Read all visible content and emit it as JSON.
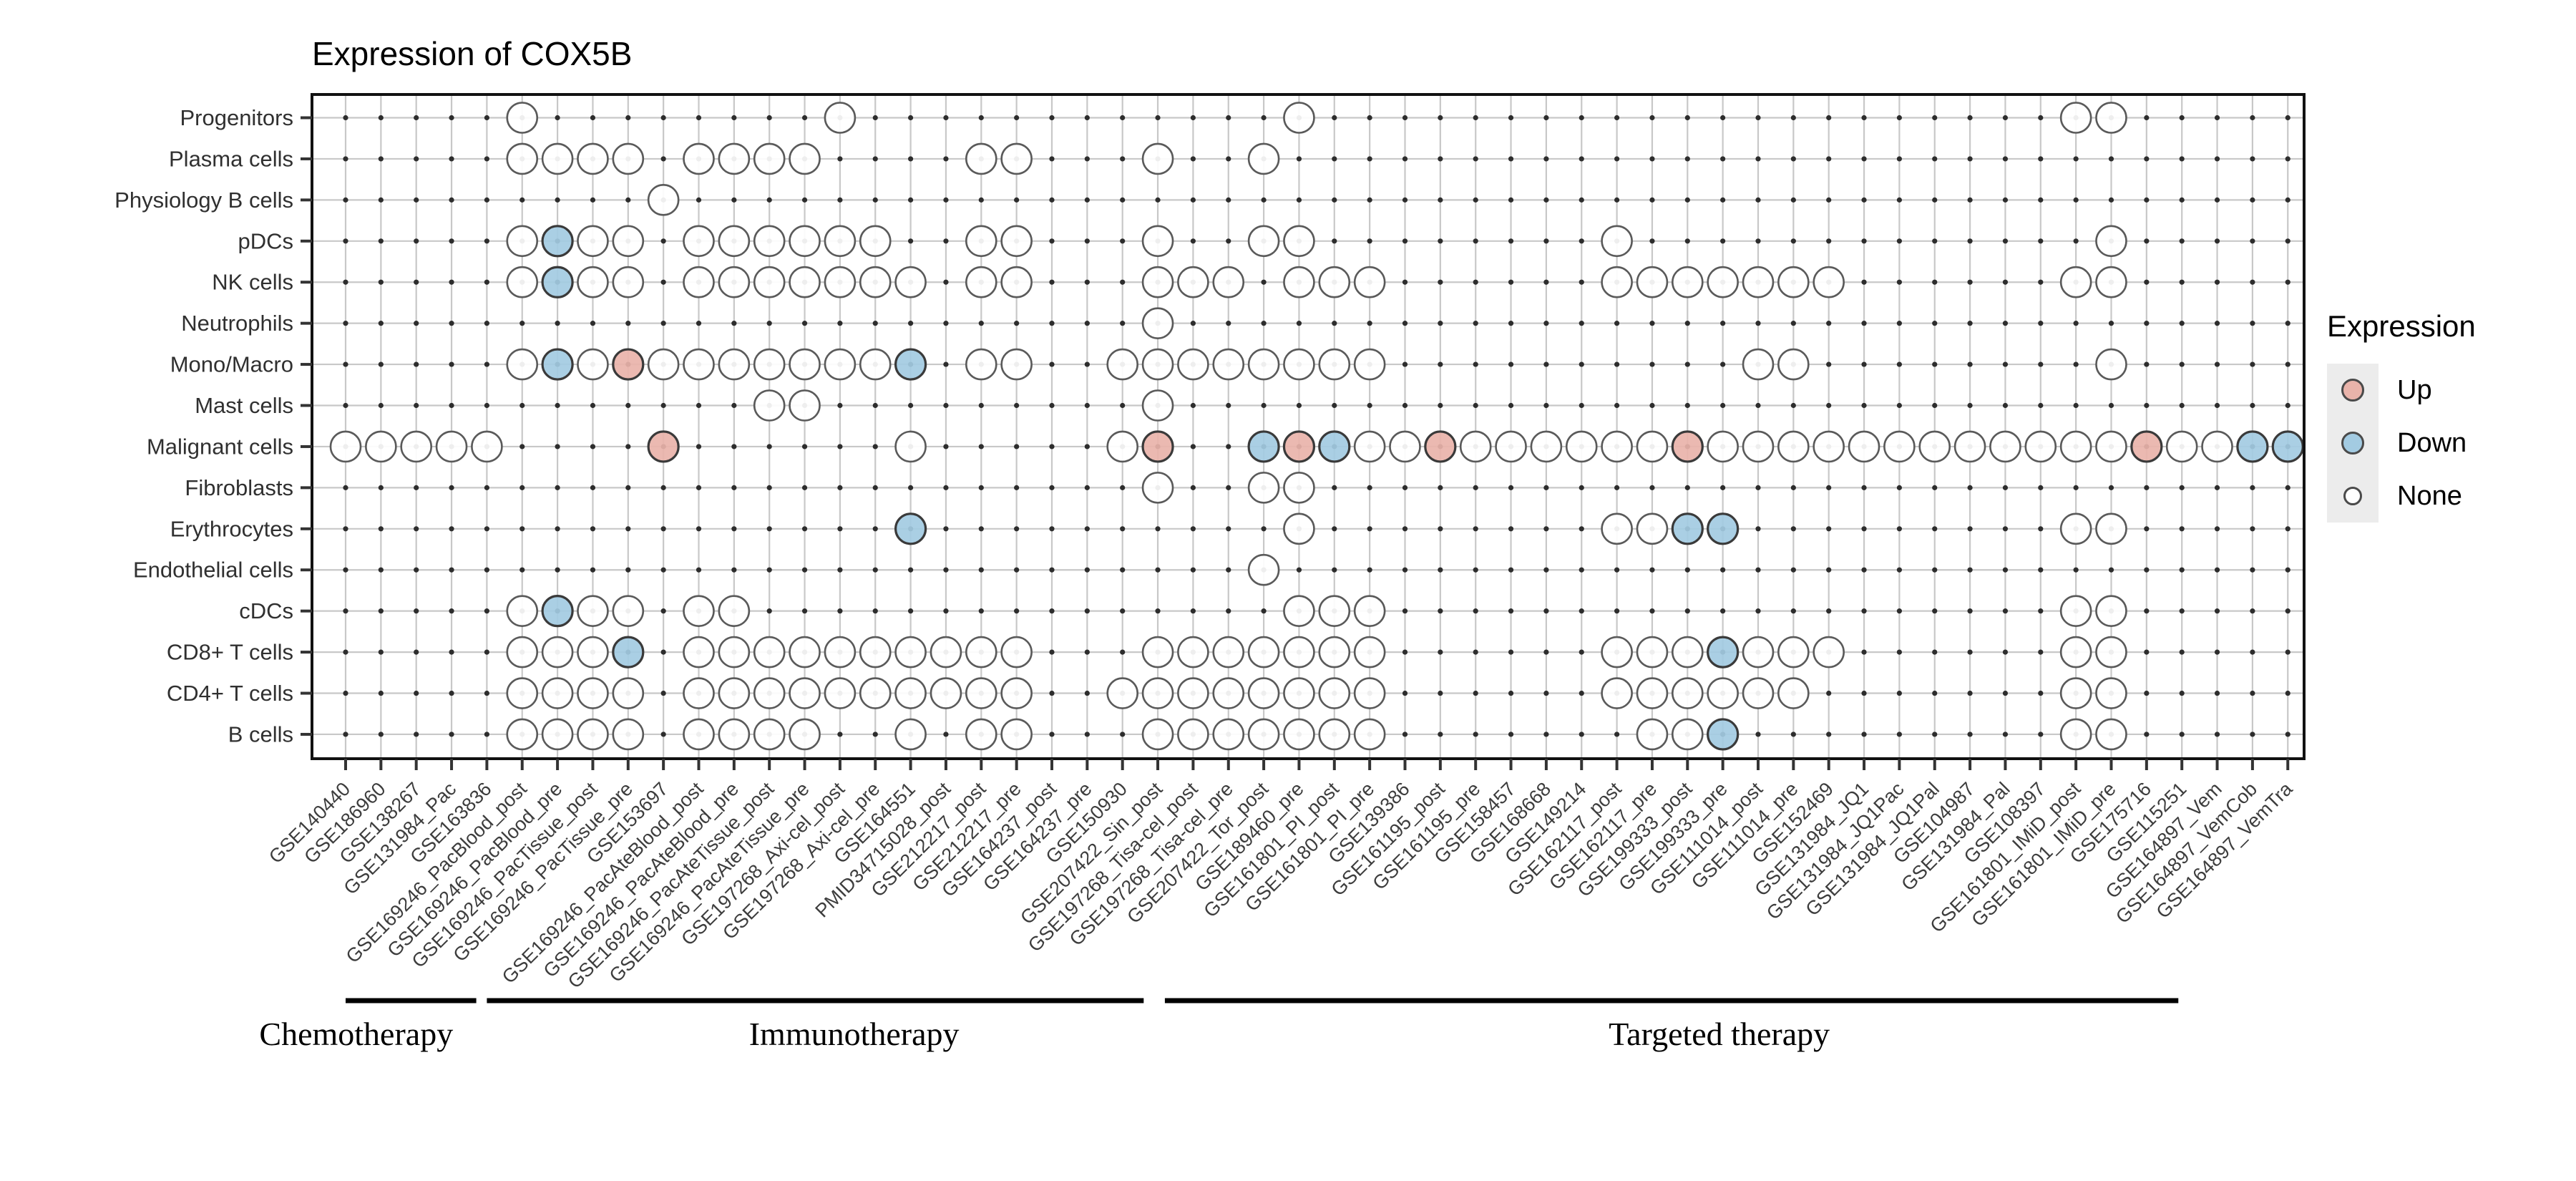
{
  "title": "Expression of COX5B",
  "legend": {
    "title": "Expression",
    "items": [
      {
        "label": "Up",
        "value": "U",
        "color": "#e9b3aa"
      },
      {
        "label": "Down",
        "value": "D",
        "color": "#a3cbe2"
      },
      {
        "label": "None",
        "value": "N",
        "color": "#ffffff"
      }
    ]
  },
  "chart_data": {
    "type": "dot-matrix",
    "title": "Expression of COX5B",
    "legend_title": "Expression",
    "rows": [
      "Progenitors",
      "Plasma cells",
      "Physiology B cells",
      "pDCs",
      "NK cells",
      "Neutrophils",
      "Mono/Macro",
      "Mast cells",
      "Malignant cells",
      "Fibroblasts",
      "Erythrocytes",
      "Endothelial cells",
      "cDCs",
      "CD8+ T cells",
      "CD4+ T cells",
      "B cells"
    ],
    "columns": [
      "GSE140440",
      "GSE186960",
      "GSE138267",
      "GSE131984_Pac",
      "GSE163836",
      "GSE169246_PacBlood_post",
      "GSE169246_PacBlood_pre",
      "GSE169246_PacTissue_post",
      "GSE169246_PacTissue_pre",
      "GSE153697",
      "GSE169246_PacAteBlood_post",
      "GSE169246_PacAteBlood_pre",
      "GSE169246_PacAteTissue_post",
      "GSE169246_PacAteTissue_pre",
      "GSE197268_Axi-cel_post",
      "GSE197268_Axi-cel_pre",
      "GSE164551",
      "PMID34715028_post",
      "GSE212217_post",
      "GSE212217_pre",
      "GSE164237_post",
      "GSE164237_pre",
      "GSE150930",
      "GSE207422_Sin_post",
      "GSE197268_Tisa-cel_post",
      "GSE197268_Tisa-cel_pre",
      "GSE207422_Tor_post",
      "GSE189460_pre",
      "GSE161801_PI_post",
      "GSE161801_PI_pre",
      "GSE139386",
      "GSE161195_post",
      "GSE161195_pre",
      "GSE158457",
      "GSE168668",
      "GSE149214",
      "GSE162117_post",
      "GSE162117_pre",
      "GSE199333_post",
      "GSE199333_pre",
      "GSE111014_post",
      "GSE111014_pre",
      "GSE152469",
      "GSE131984_JQ1",
      "GSE131984_JQ1Pac",
      "GSE131984_JQ1Pal",
      "GSE104987",
      "GSE131984_Pal",
      "GSE108397",
      "GSE161801_IMiD_post",
      "GSE161801_IMiD_pre",
      "GSE175716",
      "GSE115251",
      "GSE164897_Vem",
      "GSE164897_VemCob",
      "GSE164897_VemTra"
    ],
    "cell_values": {
      "U": "Up",
      "D": "Down",
      "N": "None",
      ".": "absent"
    },
    "matrix": [
      ".....N........N............N.....................NN.....",
      ".....NNNN.NNNN....NN...N..N.............................",
      ".........N..............................................",
      ".....NDNN.NNNNNN..NN...N..NN........N.............N.....",
      ".....NDNN.NNNNNNN.NN...NNN.NNN......NNNNNNN......NN.....",
      ".......................N................................",
      ".....NDNUNNNNNNND.NN..NNNNNNNN..........NN........N.....",
      "............NN.........N................................",
      "NNNNN....U......N.....NU..DUDNNUNNNNNNUNNNNNNNNNNNNUNNDD",
      ".......................N..NN............................",
      "................D..........N........NNDD.........NN.....",
      "..........................N.............................",
      ".....NDNN.NN...............NNN...................NN.....",
      ".....NNND.NNNNNNNNNN...NNNNNNN......NNNDNNN......NN.....",
      ".....NNNN.NNNNNNNNNN..NNNNNNNN......NNNNNN.......NN.....",
      ".....NNNN.NNNN..N.NN...NNNNNNN.......NND.........NN....."
    ],
    "groups": [
      {
        "label": "Chemotherapy",
        "start_col": 1.0,
        "end_col": 4.7,
        "label_center_col": 1.3
      },
      {
        "label": "Immunotherapy",
        "start_col": 5.0,
        "end_col": 23.6,
        "label_center_col": 15.4
      },
      {
        "label": "Targeted therapy",
        "start_col": 24.2,
        "end_col": 52.9,
        "label_center_col": 39.9
      }
    ]
  }
}
